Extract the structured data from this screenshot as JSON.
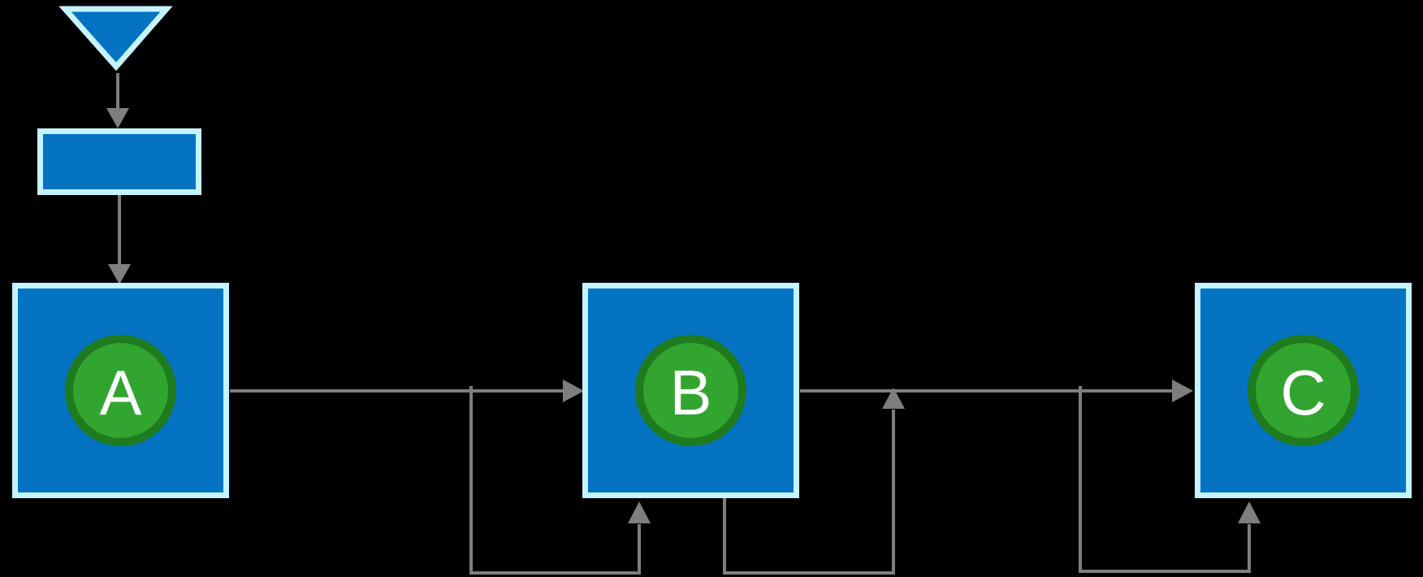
{
  "diagram": {
    "background_color": "#000000",
    "palette": {
      "node_fill": "#0473C2",
      "node_border": "#C5F3FF",
      "badge_fill": "#31A52F",
      "badge_ring": "#1E7B1E",
      "edge_color": "#7E7E7E",
      "label_color": "#FFFFFF"
    },
    "nodes": [
      {
        "id": "start-triangle",
        "shape": "inverted-triangle",
        "label": ""
      },
      {
        "id": "entry-box",
        "shape": "rectangle",
        "label": ""
      },
      {
        "id": "stage-a",
        "shape": "square",
        "label": "A"
      },
      {
        "id": "stage-b",
        "shape": "square",
        "label": "B"
      },
      {
        "id": "stage-c",
        "shape": "square",
        "label": "C"
      }
    ],
    "edges": [
      {
        "from": "start-triangle",
        "to": "entry-box",
        "style": "straight-arrow-down"
      },
      {
        "from": "entry-box",
        "to": "stage-a",
        "style": "straight-arrow-down"
      },
      {
        "from": "stage-a",
        "to": "stage-b",
        "style": "straight-arrow-right"
      },
      {
        "from": "stage-a-b-link",
        "to": "stage-b-bottom",
        "style": "elbow-arrow-up"
      },
      {
        "from": "stage-b-bottom",
        "to": "stage-b-c-link",
        "style": "elbow-arrow-up"
      },
      {
        "from": "stage-b",
        "to": "stage-c",
        "style": "straight-arrow-right"
      },
      {
        "from": "stage-b-c-link",
        "to": "stage-c-bottom",
        "style": "elbow-arrow-up"
      }
    ]
  }
}
